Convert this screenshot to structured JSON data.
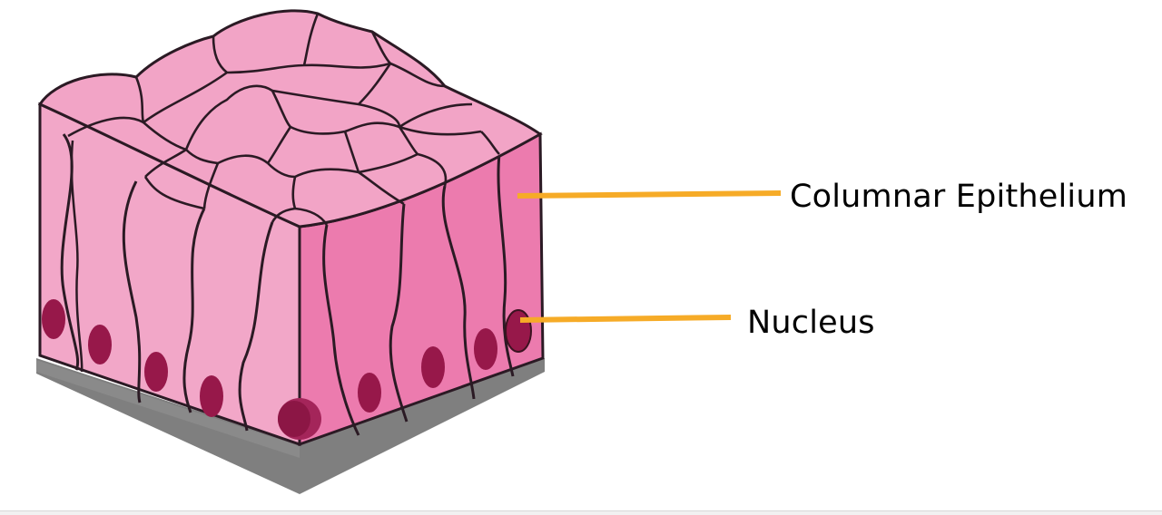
{
  "labels": {
    "columnar_epithelium": "Columnar Epithelium",
    "nucleus": "Nucleus"
  },
  "colors": {
    "top_cell": "#f2a4c6",
    "front_face": "#f2a7c8",
    "side_face": "#ec7bae",
    "cell_outline": "#2b1a24",
    "nucleus": "#97184a",
    "basement_membrane": "#7f7f7f",
    "leader_line": "#f6ab27"
  },
  "icons": {
    "tissue_block": "columnar-epithelium-block-illustration"
  }
}
